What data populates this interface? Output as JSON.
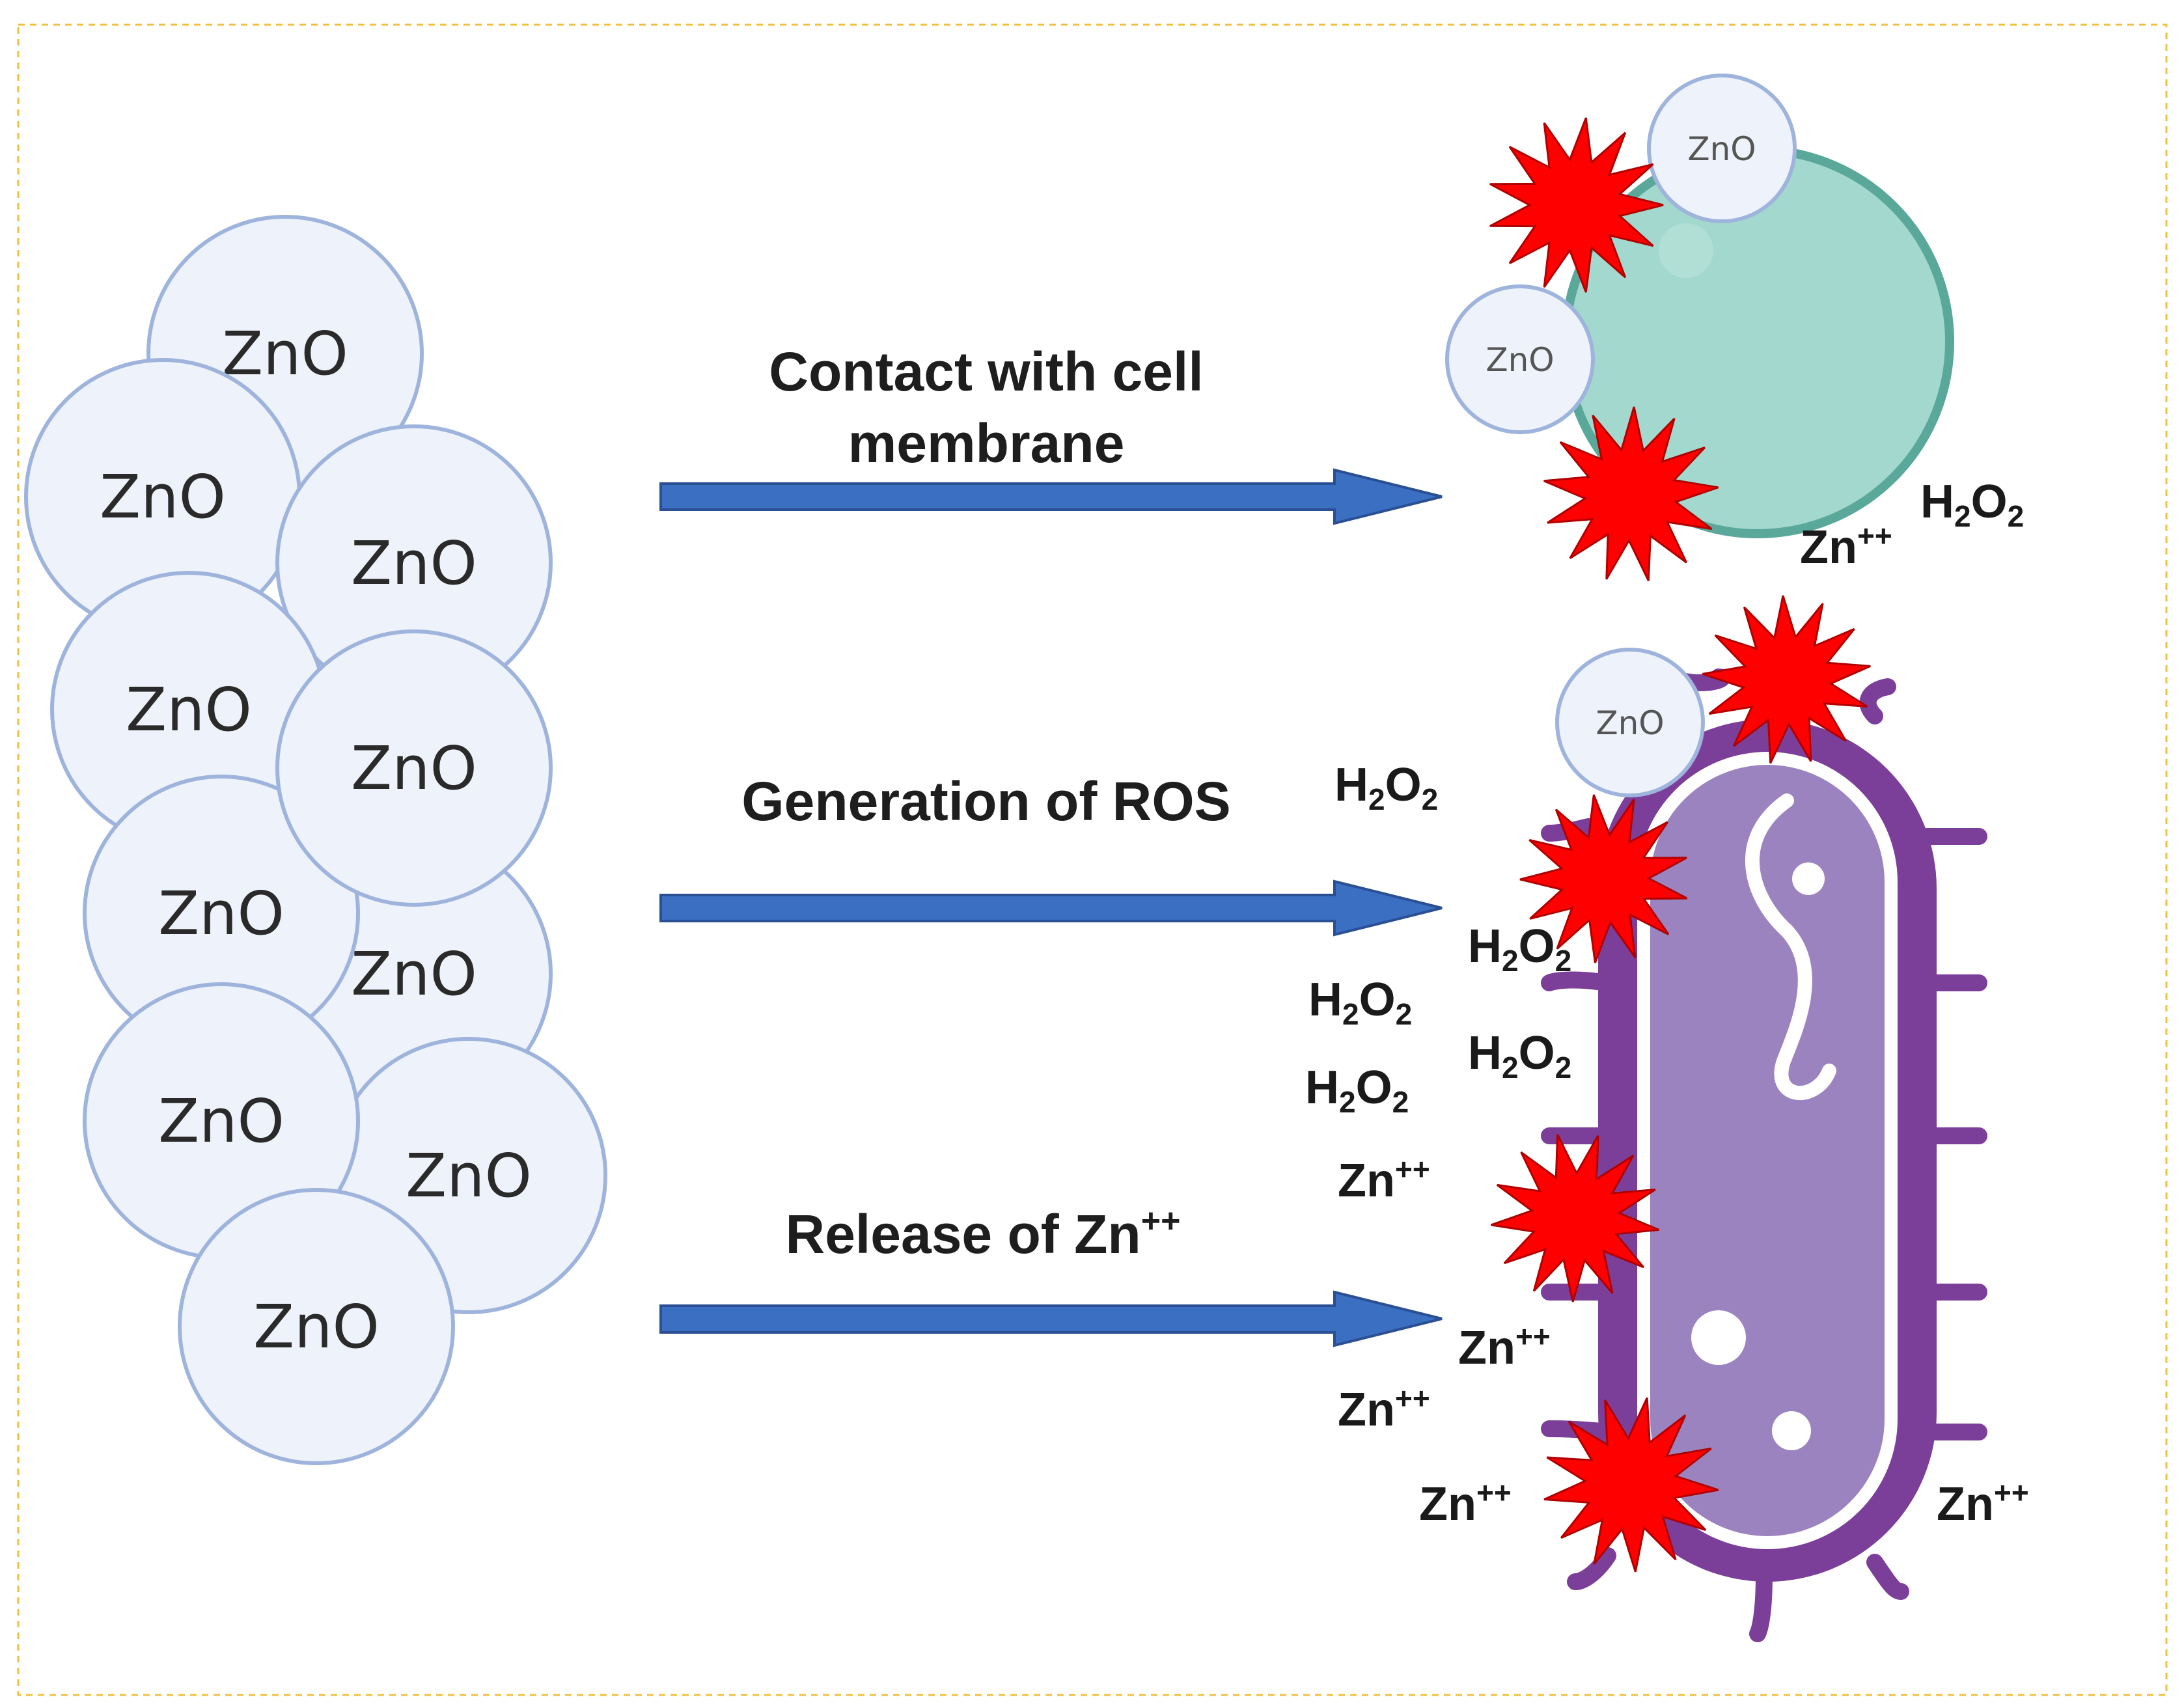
{
  "particle_label": "ZnO",
  "arrows": [
    {
      "label_lines": [
        "Contact with cell",
        "membrane"
      ]
    },
    {
      "label_lines": [
        "Generation of ROS"
      ]
    },
    {
      "label_lines": [
        "Release of Zn",
        "++"
      ]
    }
  ],
  "chem": {
    "h2o2_base": "H",
    "h2o2_sub1": "2",
    "h2o2_mid": "O",
    "h2o2_sub2": "2",
    "zn_base": "Zn",
    "zn_sup": "++"
  },
  "colors": {
    "particle_fill": "#eef3fb",
    "particle_stroke": "#9fb4dc",
    "arrow": "#3b6fc2",
    "cocci": "#a2d8cd",
    "bacillus_wall": "#7b3f99",
    "bacillus_body": "#9b83c0",
    "burst": "#ff0000"
  }
}
